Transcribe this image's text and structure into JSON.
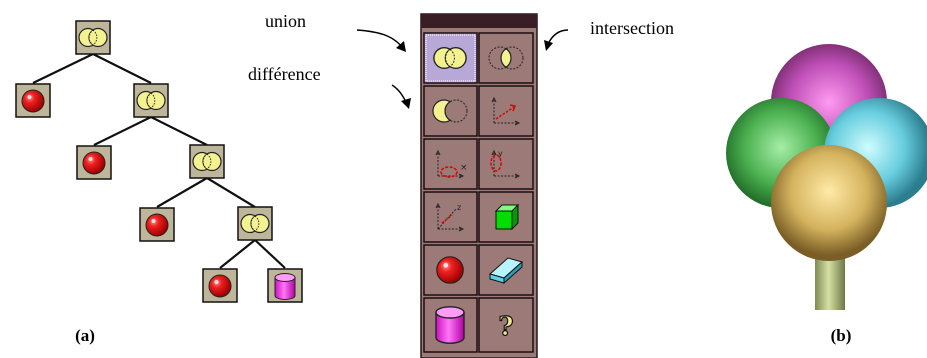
{
  "labels": {
    "union": "union",
    "intersection": "intersection",
    "difference": "différence",
    "figure_a": "(a)",
    "figure_b": "(b)"
  },
  "tree": {
    "nodes": [
      {
        "id": "u1",
        "type": "union"
      },
      {
        "id": "s1",
        "type": "sphere"
      },
      {
        "id": "u2",
        "type": "union"
      },
      {
        "id": "s2",
        "type": "sphere"
      },
      {
        "id": "u3",
        "type": "union"
      },
      {
        "id": "s3",
        "type": "sphere"
      },
      {
        "id": "u4",
        "type": "union"
      },
      {
        "id": "s4",
        "type": "sphere"
      },
      {
        "id": "c1",
        "type": "cylinder"
      }
    ],
    "edges": [
      [
        "u1",
        "s1"
      ],
      [
        "u1",
        "u2"
      ],
      [
        "u2",
        "s2"
      ],
      [
        "u2",
        "u3"
      ],
      [
        "u3",
        "s3"
      ],
      [
        "u3",
        "u4"
      ],
      [
        "u4",
        "s4"
      ],
      [
        "u4",
        "c1"
      ]
    ]
  },
  "palette": {
    "buttons": [
      {
        "name": "union",
        "icon": "union-icon",
        "selected": true
      },
      {
        "name": "intersection",
        "icon": "intersection-icon"
      },
      {
        "name": "difference",
        "icon": "difference-icon"
      },
      {
        "name": "translate",
        "icon": "translate-axes-icon"
      },
      {
        "name": "rotate-x",
        "icon": "rotate-x-icon"
      },
      {
        "name": "rotate-y",
        "icon": "rotate-y-icon"
      },
      {
        "name": "scale-z",
        "icon": "scale-axes-icon"
      },
      {
        "name": "cube",
        "icon": "cube-icon"
      },
      {
        "name": "sphere",
        "icon": "sphere-icon"
      },
      {
        "name": "box",
        "icon": "box-icon"
      },
      {
        "name": "cylinder",
        "icon": "cylinder-icon"
      },
      {
        "name": "help",
        "icon": "question-mark-icon"
      }
    ]
  },
  "colors": {
    "node_bg": "#bdb69a",
    "panel_bg": "#9c7a78",
    "panel_title": "#3a1e26",
    "sphere_red": "#e01818",
    "cylinder_magenta": "#ff33ee"
  }
}
